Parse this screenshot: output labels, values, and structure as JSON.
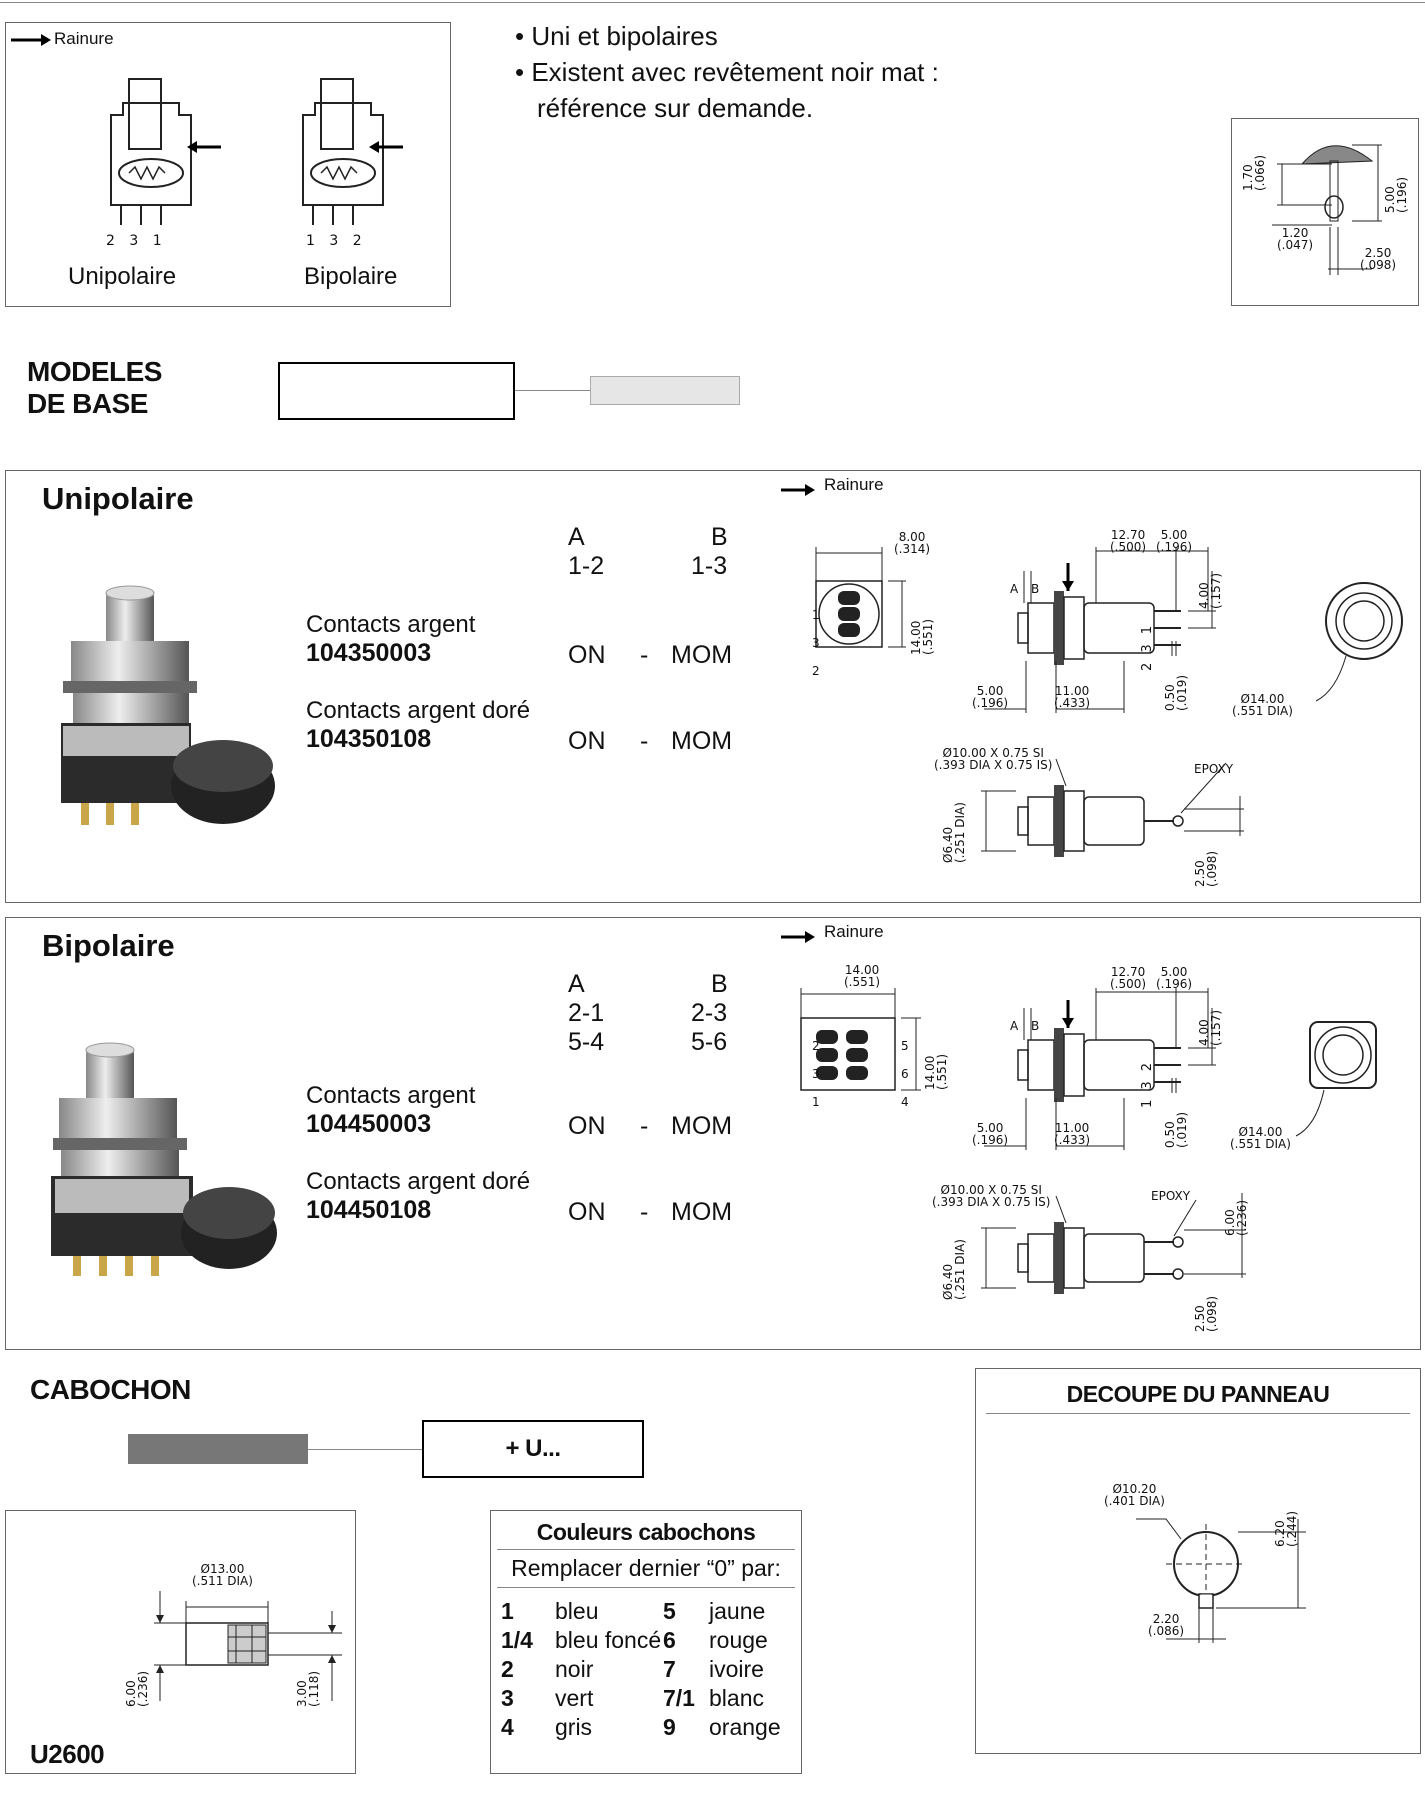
{
  "legend": {
    "rainure": "Rainure",
    "unipolaire": "Unipolaire",
    "bipolaire": "Bipolaire",
    "pins_uni": "2 3 1",
    "pins_bi": "1 3 2"
  },
  "features": [
    "• Uni et bipolaires",
    "• Existent avec revêtement noir mat :",
    "référence sur demande."
  ],
  "cap_dims": {
    "d1": "1.70",
    "d1i": "(.066)",
    "d2": "5.00",
    "d2i": "(.196)",
    "d3": "1.20",
    "d3i": "(.047)",
    "d4": "2.50",
    "d4i": "(.098)"
  },
  "modeles": {
    "line1": "MODELES",
    "line2": "DE BASE"
  },
  "unipolaire": {
    "title": "Unipolaire",
    "col_a": "A",
    "col_b": "B",
    "a_rows": [
      "1-2"
    ],
    "b_rows": [
      "1-3"
    ],
    "items": [
      {
        "label": "Contacts argent",
        "code": "104350003",
        "a": "ON",
        "sep": "-",
        "b": "MOM"
      },
      {
        "label": "Contacts argent doré",
        "code": "104350108",
        "a": "ON",
        "sep": "-",
        "b": "MOM"
      }
    ],
    "rainure": "Rainure",
    "dims": {
      "w": "8.00",
      "wi": "(.314)",
      "h": "14.00",
      "hi": "(.551)",
      "l1": "12.70",
      "l1i": "(.500)",
      "l2": "5.00",
      "l2i": "(.196)",
      "l3": "4.00",
      "l3i": "(.157)",
      "l4": "5.00",
      "l4i": "(.196)",
      "l5": "11.00",
      "l5i": "(.433)",
      "l6": "0.50",
      "l6i": "(.019)",
      "dia": "Ø14.00",
      "diai": "(.551 DIA)",
      "thread": "Ø10.00 X 0.75 SI",
      "threadi": "(.393 DIA X 0.75 IS)",
      "epoxy": "EPOXY",
      "d640": "Ø6.40",
      "d640i": "(.251 DIA)",
      "d250": "2.50",
      "d250i": "(.098)",
      "ab_a": "A",
      "ab_b": "B",
      "pins": [
        "1",
        "3",
        "2"
      ],
      "side": "2 3 1"
    }
  },
  "bipolaire": {
    "title": "Bipolaire",
    "col_a": "A",
    "col_b": "B",
    "a_rows": [
      "2-1",
      "5-4"
    ],
    "b_rows": [
      "2-3",
      "5-6"
    ],
    "items": [
      {
        "label": "Contacts argent",
        "code": "104450003",
        "a": "ON",
        "sep": "-",
        "b": "MOM"
      },
      {
        "label": "Contacts argent doré",
        "code": "104450108",
        "a": "ON",
        "sep": "-",
        "b": "MOM"
      }
    ],
    "rainure": "Rainure",
    "dims": {
      "w": "14.00",
      "wi": "(.551)",
      "h": "14.00",
      "hi": "(.551)",
      "l1": "12.70",
      "l1i": "(.500)",
      "l2": "5.00",
      "l2i": "(.196)",
      "l3": "4.00",
      "l3i": "(.157)",
      "l4": "5.00",
      "l4i": "(.196)",
      "l5": "11.00",
      "l5i": "(.433)",
      "l6": "0.50",
      "l6i": "(.019)",
      "dia": "Ø14.00",
      "diai": "(.551 DIA)",
      "thread": "Ø10.00 X 0.75 SI",
      "threadi": "(.393 DIA X 0.75 IS)",
      "epoxy": "EPOXY",
      "d600": "6.00",
      "d600i": "(.236)",
      "d640": "Ø6.40",
      "d640i": "(.251 DIA)",
      "d250": "2.50",
      "d250i": "(.098)",
      "ab_a": "A",
      "ab_b": "B",
      "pins_l": [
        "2",
        "3",
        "1"
      ],
      "pins_r": [
        "5",
        "6",
        "4"
      ],
      "side": "1 3 2"
    }
  },
  "cabochon": {
    "title": "CABOCHON",
    "suffix": "+ U...",
    "model": "U2600",
    "dims": {
      "dia": "Ø13.00",
      "diai": "(.511 DIA)",
      "h": "6.00",
      "hi": "(.236)",
      "h2": "3.00",
      "h2i": "(.118)"
    }
  },
  "couleurs": {
    "title": "Couleurs cabochons",
    "subtitle": "Remplacer dernier “0” par:",
    "left": [
      {
        "num": "1",
        "name": "bleu"
      },
      {
        "num": "1/4",
        "name": "bleu foncé"
      },
      {
        "num": "2",
        "name": "noir"
      },
      {
        "num": "3",
        "name": "vert"
      },
      {
        "num": "4",
        "name": "gris"
      }
    ],
    "right": [
      {
        "num": "5",
        "name": "jaune"
      },
      {
        "num": "6",
        "name": "rouge"
      },
      {
        "num": "7",
        "name": "ivoire"
      },
      {
        "num": "7/1",
        "name": "blanc"
      },
      {
        "num": "9",
        "name": "orange"
      }
    ]
  },
  "decoupe": {
    "title": "DECOUPE DU PANNEAU",
    "dia": "Ø10.20",
    "diai": "(.401 DIA)",
    "h": "6.20",
    "hi": "(.244)",
    "w": "2.20",
    "wi": "(.086)"
  },
  "colors": {
    "grey_bar": "#e6e6e6",
    "dark_bar": "#777777"
  }
}
